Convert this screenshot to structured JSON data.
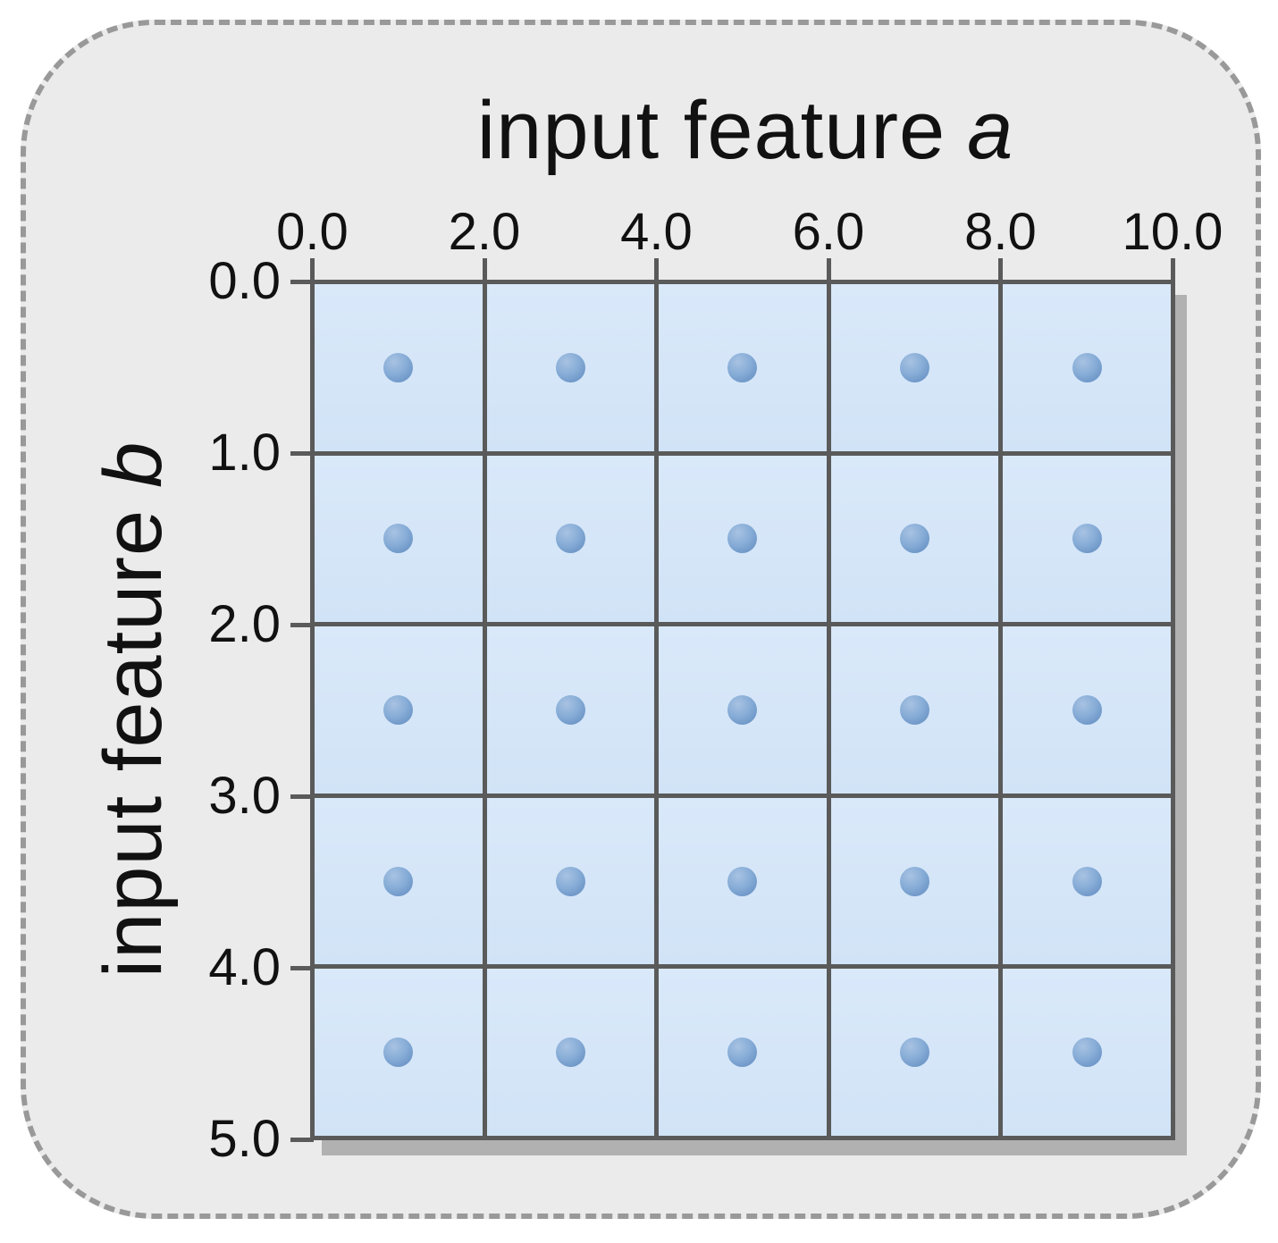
{
  "figure": {
    "x_axis": {
      "title_text": "input feature",
      "title_var": "a",
      "ticks": [
        "0.0",
        "2.0",
        "4.0",
        "6.0",
        "8.0",
        "10.0"
      ]
    },
    "y_axis": {
      "title_text": "input feature",
      "title_var": "b",
      "ticks": [
        "0.0",
        "1.0",
        "2.0",
        "3.0",
        "4.0",
        "5.0"
      ]
    },
    "grid": {
      "rows": 5,
      "cols": 5
    },
    "colors": {
      "panel_background": "#ebebeb",
      "panel_border": "#999999",
      "cell_fill": "#d4e6f8",
      "grid_line": "#5a5a5a",
      "shadow": "#b1b1b1",
      "point": "#7fa6d2",
      "text": "#111111"
    }
  },
  "chart_data": {
    "type": "scatter",
    "xlabel": "input feature a",
    "ylabel": "input feature b",
    "xlim": [
      0,
      10
    ],
    "ylim": [
      0,
      5
    ],
    "y_axis_direction": "increasing-downward",
    "x_ticks": [
      0.0,
      2.0,
      4.0,
      6.0,
      8.0,
      10.0
    ],
    "y_ticks": [
      0.0,
      1.0,
      2.0,
      3.0,
      4.0,
      5.0
    ],
    "grid": "5x5 cells, one point centered in each cell",
    "points": [
      {
        "x": 1,
        "y": 0.5
      },
      {
        "x": 3,
        "y": 0.5
      },
      {
        "x": 5,
        "y": 0.5
      },
      {
        "x": 7,
        "y": 0.5
      },
      {
        "x": 9,
        "y": 0.5
      },
      {
        "x": 1,
        "y": 1.5
      },
      {
        "x": 3,
        "y": 1.5
      },
      {
        "x": 5,
        "y": 1.5
      },
      {
        "x": 7,
        "y": 1.5
      },
      {
        "x": 9,
        "y": 1.5
      },
      {
        "x": 1,
        "y": 2.5
      },
      {
        "x": 3,
        "y": 2.5
      },
      {
        "x": 5,
        "y": 2.5
      },
      {
        "x": 7,
        "y": 2.5
      },
      {
        "x": 9,
        "y": 2.5
      },
      {
        "x": 1,
        "y": 3.5
      },
      {
        "x": 3,
        "y": 3.5
      },
      {
        "x": 5,
        "y": 3.5
      },
      {
        "x": 7,
        "y": 3.5
      },
      {
        "x": 9,
        "y": 3.5
      },
      {
        "x": 1,
        "y": 4.5
      },
      {
        "x": 3,
        "y": 4.5
      },
      {
        "x": 5,
        "y": 4.5
      },
      {
        "x": 7,
        "y": 4.5
      },
      {
        "x": 9,
        "y": 4.5
      }
    ]
  }
}
